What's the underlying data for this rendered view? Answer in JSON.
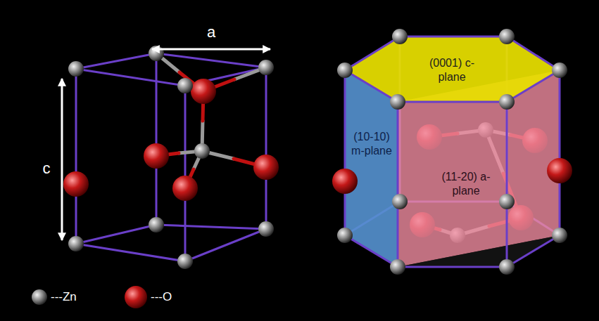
{
  "diagram": {
    "labels": [
      "a",
      "c",
      "(0001) c-plane",
      "(10-10) m-plane",
      "(11-20) a-plane"
    ],
    "legend": [
      {
        "text": "---Zn"
      },
      {
        "text": "---O"
      }
    ]
  }
}
